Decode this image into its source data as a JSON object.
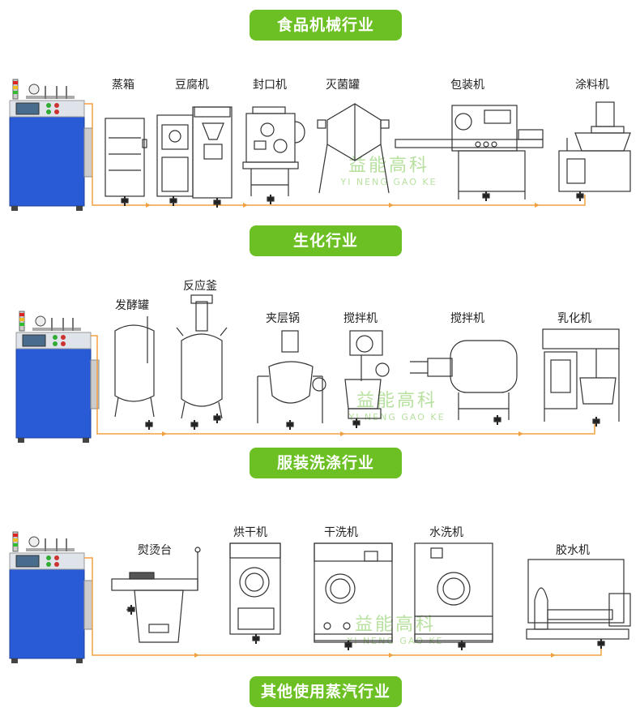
{
  "sections": [
    {
      "title": "食品机械行业",
      "machines": [
        "蒸箱",
        "豆腐机",
        "封口机",
        "灭菌罐",
        "包装机",
        "涂料机"
      ]
    },
    {
      "title": "生化行业",
      "machines": [
        "发酵罐",
        "反应釜",
        "夹层锅",
        "搅拌机",
        "搅拌机",
        "乳化机"
      ]
    },
    {
      "title": "服装洗涤行业",
      "machines": [
        "熨烫台",
        "烘干机",
        "干洗机",
        "水洗机",
        "胶水机"
      ]
    },
    {
      "title": "其他使用蒸汽行业"
    }
  ],
  "watermark": {
    "cn": "益能高科",
    "en": "YI NENG GAO KE"
  },
  "colors": {
    "pill": "#6cc024",
    "pipe": "#f0a040",
    "generator": "#2a5bd7"
  }
}
